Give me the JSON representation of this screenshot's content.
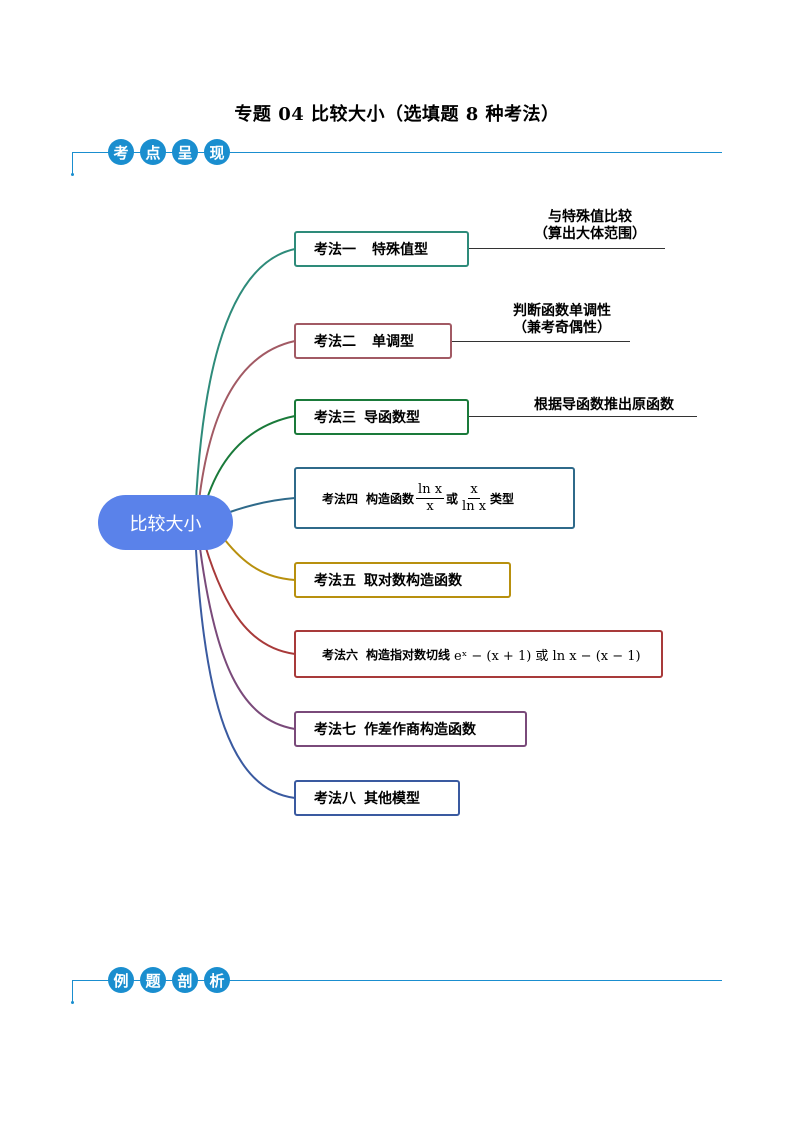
{
  "title": "专题 04  比较大小（选填题 8 种考法）",
  "section1": {
    "chars": [
      "考",
      "点",
      "呈",
      "现"
    ]
  },
  "section2": {
    "chars": [
      "例",
      "题",
      "剖",
      "析"
    ]
  },
  "center": "比较大小",
  "nodes": [
    {
      "head": "考法一",
      "body": "特殊值型",
      "color": "#2e8b7a"
    },
    {
      "head": "考法二",
      "body": "单调型",
      "color": "#a25a64"
    },
    {
      "head": "考法三",
      "body": "导函数型",
      "color": "#1a7a3a"
    },
    {
      "head": "考法四",
      "body": "构造函数",
      "frac1_num": "ln x",
      "frac1_den": "x",
      "mid": "或",
      "frac2_num": "x",
      "frac2_den": "ln x",
      "tail": "类型",
      "color": "#2f6a8a"
    },
    {
      "head": "考法五",
      "body": "取对数构造函数",
      "color": "#b8900e"
    },
    {
      "head": "考法六",
      "body": "构造指对数切线",
      "math": "eˣ − (x + 1) 或 ln x − (x − 1)",
      "color": "#a83a3a"
    },
    {
      "head": "考法七",
      "body": "作差作商构造函数",
      "color": "#7a4a7a"
    },
    {
      "head": "考法八",
      "body": "其他模型",
      "color": "#3a5aa0"
    }
  ],
  "notes": {
    "n1_line1": "与特殊值比较",
    "n1_line2": "（算出大体范围）",
    "n2_line1": "判断函数单调性",
    "n2_line2": "（兼考奇偶性）",
    "n3_line1": "根据导函数推出原函数"
  }
}
